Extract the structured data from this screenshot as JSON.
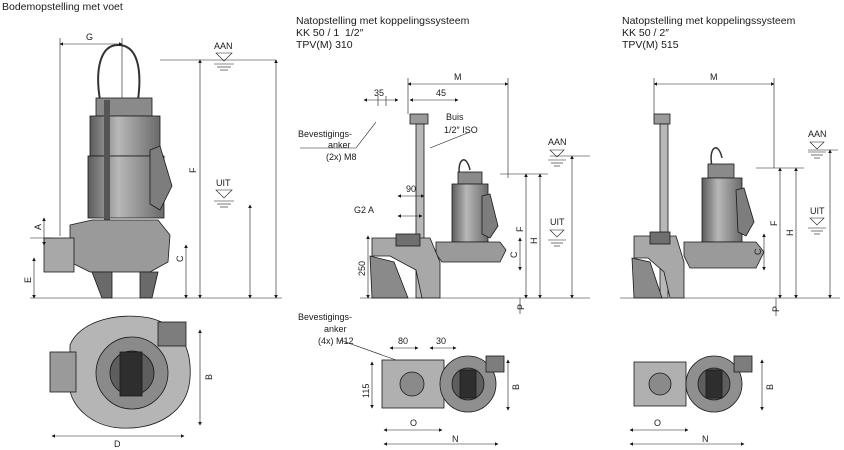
{
  "titles": {
    "left": "Bodemopstelling met voet",
    "mid_1": "Natopstelling met koppelingssysteem",
    "mid_2": "KK 50 / 1  1/2″",
    "mid_3": "TPV(M) 310",
    "right_1": "Natopstelling met koppelingssysteem",
    "right_2": "KK 50 / 2″",
    "right_3": "TPV(M) 515"
  },
  "left_drawing": {
    "G": "G",
    "AAN": "AAN",
    "UIT": "UIT",
    "A": "A",
    "E": "E",
    "C": "C",
    "F": "F",
    "B": "B",
    "D": "D"
  },
  "mid_drawing": {
    "M": "M",
    "d35": "35",
    "d45": "45",
    "anchor_small_1": "Bevestigings-",
    "anchor_small_2": "anker",
    "anchor_small_3": "(2x) M8",
    "buis_1": "Buis",
    "buis_2": "1/2″ ISO",
    "d90": "90",
    "G2A": "G2  A",
    "d250": "250",
    "AAN": "AAN",
    "UIT": "UIT",
    "F": "F",
    "H": "H",
    "C": "C",
    "P": "P",
    "anchor_big_1": "Bevestigings-",
    "anchor_big_2": "anker",
    "anchor_big_3": "(4x) M12",
    "d80": "80",
    "d30": "30",
    "d115": "115",
    "B": "B",
    "O": "O",
    "N": "N"
  },
  "right_drawing": {
    "M": "M",
    "AAN": "AAN",
    "UIT": "UIT",
    "F": "F",
    "H": "H",
    "C": "C",
    "P": "P",
    "B": "B",
    "O": "O",
    "N": "N"
  },
  "colors": {
    "line": "#1a1a1a",
    "pump_dark": "#6f6f6f",
    "pump_mid": "#9a9a9a",
    "pump_light": "#c9c9c9",
    "float": "#7d7d7d"
  }
}
